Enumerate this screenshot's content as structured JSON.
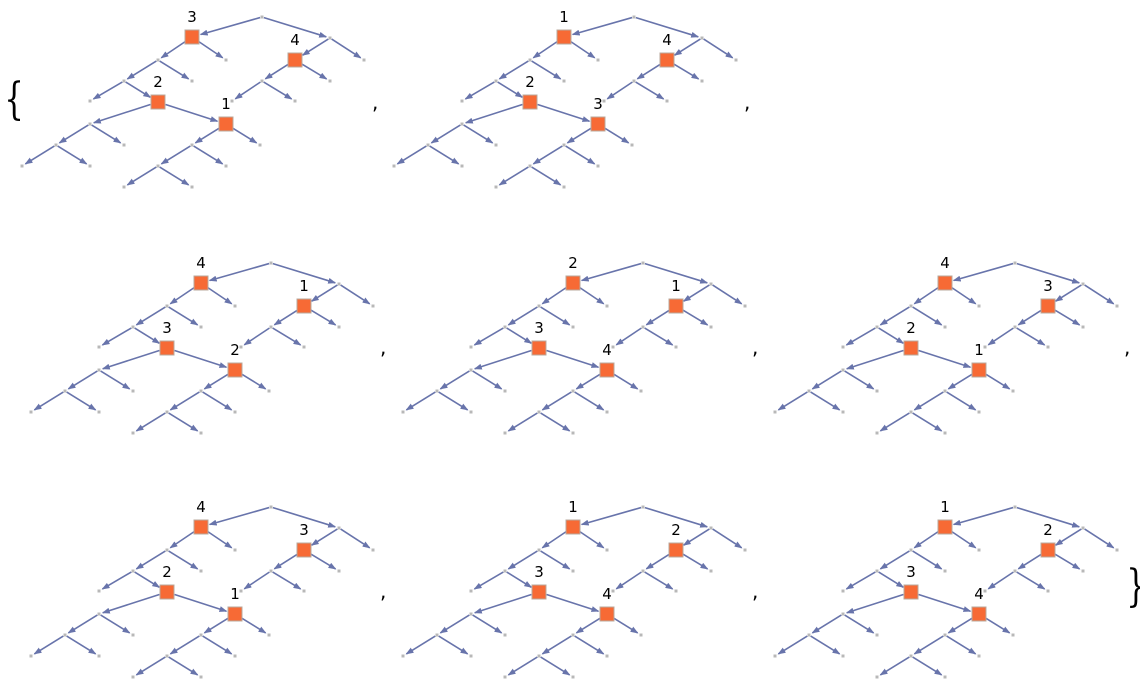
{
  "list": {
    "open_brace": "{",
    "close_brace": "}",
    "separator": ","
  },
  "colors": {
    "edge": "#6874ab",
    "highlight_node": "#f76a35",
    "highlight_stroke": "#b8a89c",
    "leaf_node": "#b8b8b8"
  },
  "node_labels_order": [
    "left-upper",
    "right-upper",
    "left-lower",
    "right-lower"
  ],
  "trees": [
    {
      "labels": [
        "3",
        "4",
        "2",
        "1"
      ]
    },
    {
      "labels": [
        "1",
        "4",
        "2",
        "3"
      ]
    },
    {
      "labels": [
        "4",
        "1",
        "3",
        "2"
      ]
    },
    {
      "labels": [
        "2",
        "1",
        "3",
        "4"
      ]
    },
    {
      "labels": [
        "4",
        "3",
        "2",
        "1"
      ]
    },
    {
      "labels": [
        "4",
        "3",
        "2",
        "1"
      ]
    },
    {
      "labels": [
        "1",
        "2",
        "3",
        "4"
      ]
    },
    {
      "labels": [
        "1",
        "2",
        "3",
        "4"
      ]
    }
  ]
}
